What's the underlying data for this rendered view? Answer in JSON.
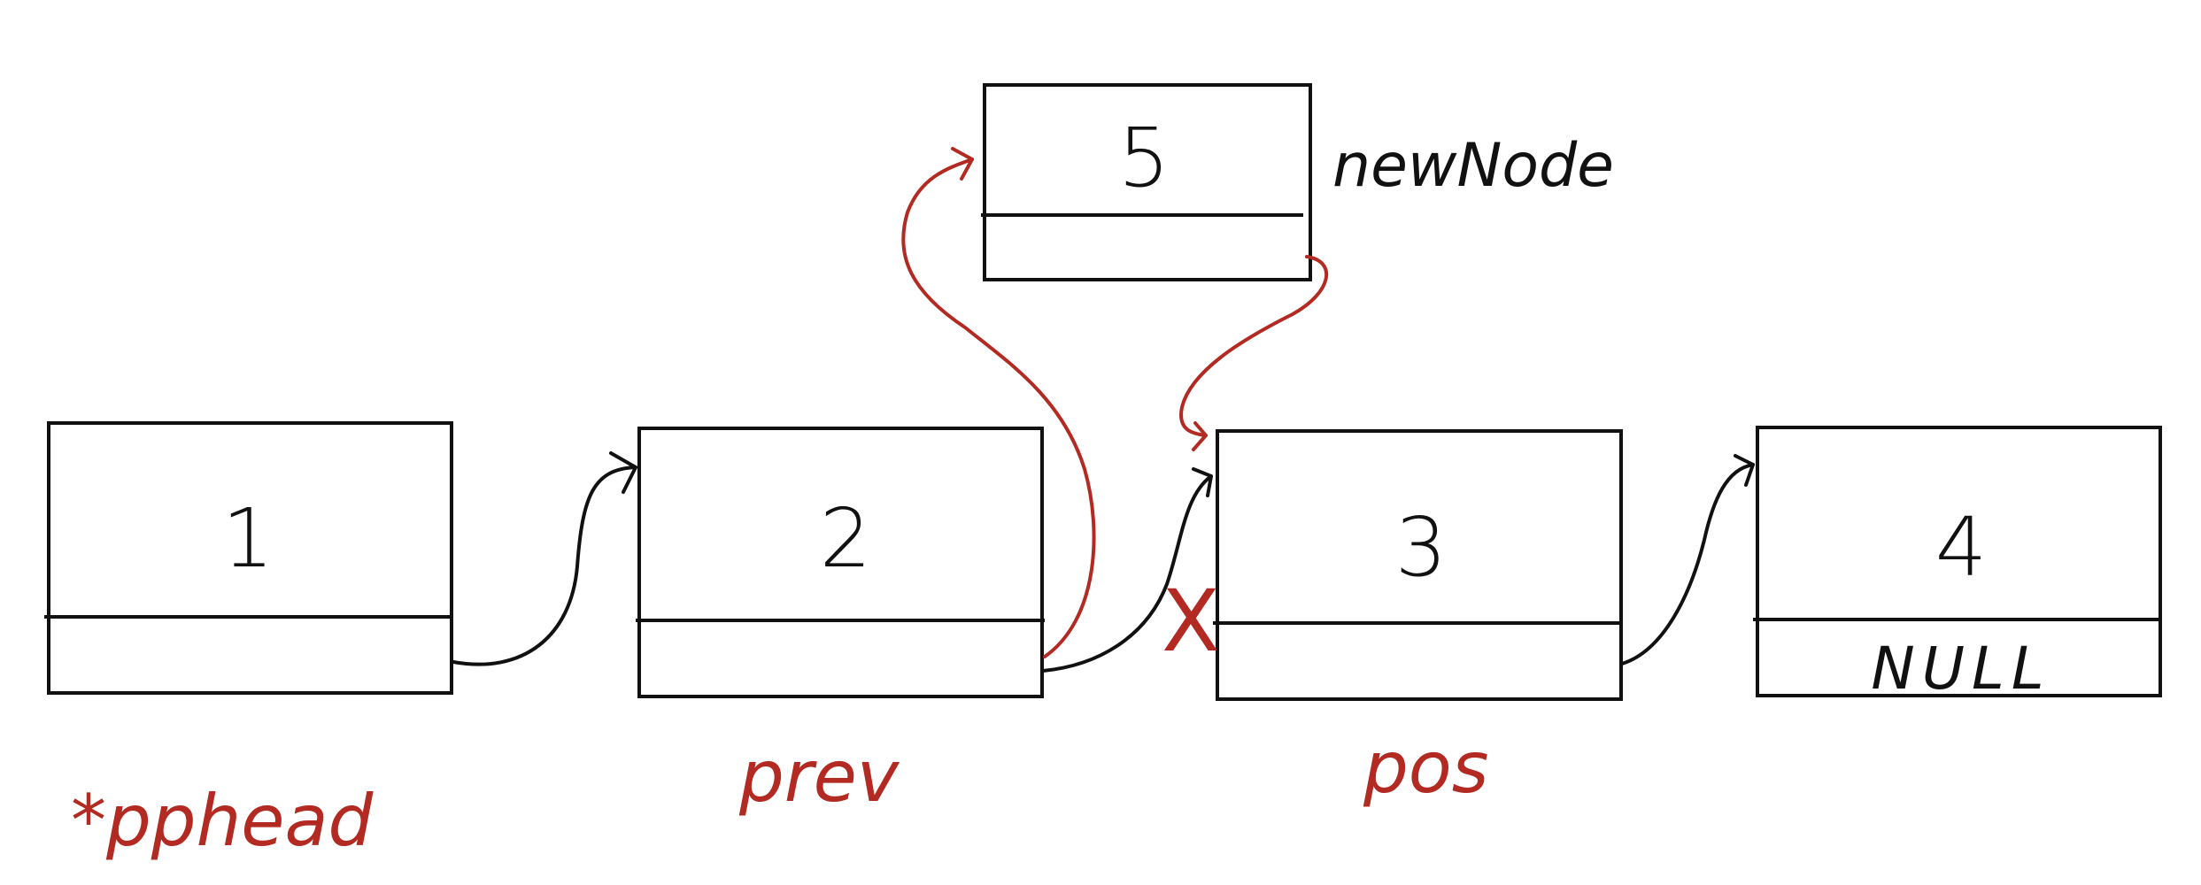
{
  "nodes": [
    {
      "value": "1",
      "next": ""
    },
    {
      "value": "2",
      "next": ""
    },
    {
      "value": "3",
      "next": ""
    },
    {
      "value": "4",
      "next": "NULL"
    }
  ],
  "new_node": {
    "value": "5",
    "next": "",
    "label": "newNode"
  },
  "pointer_labels": {
    "pphead": "*pphead",
    "prev": "prev",
    "pos": "pos"
  },
  "removed_link_mark": "X",
  "colors": {
    "ink": "#111111",
    "annotation": "#b22a22"
  }
}
